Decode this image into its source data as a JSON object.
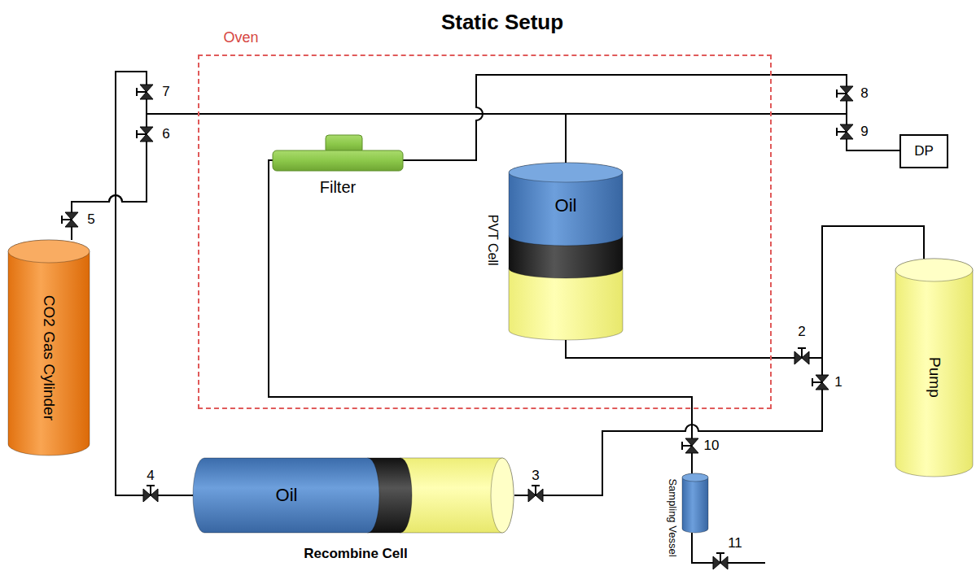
{
  "diagram": {
    "title": "Static Setup",
    "nodes": [
      {
        "text": [
          "Oven"
        ]
      },
      {
        "text": [
          "CO2 Gas Cylinder"
        ]
      },
      {
        "text": [
          "Filter"
        ],
        "in": 0
      },
      {
        "text": [
          "Oil",
          "PVT Cell"
        ],
        "in": 0
      },
      {
        "text": [
          "DP"
        ]
      },
      {
        "text": [
          "Pump"
        ]
      },
      {
        "text": [
          "Oil",
          "Recombine Cell"
        ]
      },
      {
        "text": [
          "Sampling Vessel"
        ]
      }
    ],
    "edges": [
      {
        "from": 1,
        "to": 6,
        "arrow": "none"
      },
      {
        "from": 1,
        "to": 3,
        "arrow": "none"
      },
      {
        "from": 5,
        "to": 6,
        "arrow": "none"
      },
      {
        "from": 5,
        "to": 3,
        "arrow": "none"
      },
      {
        "from": 3,
        "to": 4,
        "arrow": "none"
      },
      {
        "from": 2,
        "to": 4,
        "arrow": "none"
      },
      {
        "from": 2,
        "to": 7,
        "arrow": "none"
      }
    ],
    "labels": [
      "1",
      "2",
      "3",
      "4",
      "5",
      "6",
      "7",
      "8",
      "9",
      "10",
      "11"
    ]
  }
}
